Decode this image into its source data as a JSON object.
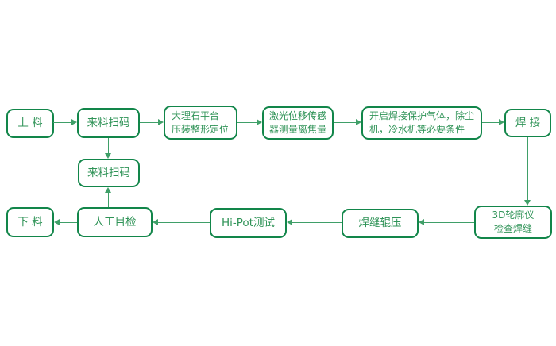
{
  "colors": {
    "box_border": "#12864a",
    "box_text": "#2f9357",
    "arrow_line": "#3f9f68",
    "background": "#ffffff"
  },
  "diagram_type": "process-flowchart",
  "nodes": [
    {
      "id": "loading",
      "label": "上 料"
    },
    {
      "id": "incoming-scan",
      "label": "来料扫码"
    },
    {
      "id": "marble-platform",
      "label": "大理石平台\n压装整形定位"
    },
    {
      "id": "laser-defocus",
      "label": "激光位移传感\n器测量离焦量"
    },
    {
      "id": "welding-prep",
      "label": "开启焊接保护气体，除尘\n机，冷水机等必要条件"
    },
    {
      "id": "welding",
      "label": "焊 接"
    },
    {
      "id": "incoming-scan-2",
      "label": "来料扫码"
    },
    {
      "id": "unloading",
      "label": "下 料"
    },
    {
      "id": "manual-inspection",
      "label": "人工目检"
    },
    {
      "id": "hipot-test",
      "label": "Hi-Pot测试"
    },
    {
      "id": "weld-seam-rolling",
      "label": "焊缝辊压"
    },
    {
      "id": "profilometer-check",
      "label": "3D轮廓仪\n检查焊缝"
    }
  ],
  "edges": [
    {
      "from": "loading",
      "to": "incoming-scan"
    },
    {
      "from": "incoming-scan",
      "to": "marble-platform"
    },
    {
      "from": "marble-platform",
      "to": "laser-defocus"
    },
    {
      "from": "laser-defocus",
      "to": "welding-prep"
    },
    {
      "from": "welding-prep",
      "to": "welding"
    },
    {
      "from": "welding",
      "to": "profilometer-check"
    },
    {
      "from": "profilometer-check",
      "to": "weld-seam-rolling"
    },
    {
      "from": "weld-seam-rolling",
      "to": "hipot-test"
    },
    {
      "from": "hipot-test",
      "to": "manual-inspection"
    },
    {
      "from": "manual-inspection",
      "to": "unloading"
    },
    {
      "from": "incoming-scan",
      "to": "incoming-scan-2"
    },
    {
      "from": "manual-inspection",
      "to": "incoming-scan-2"
    }
  ]
}
